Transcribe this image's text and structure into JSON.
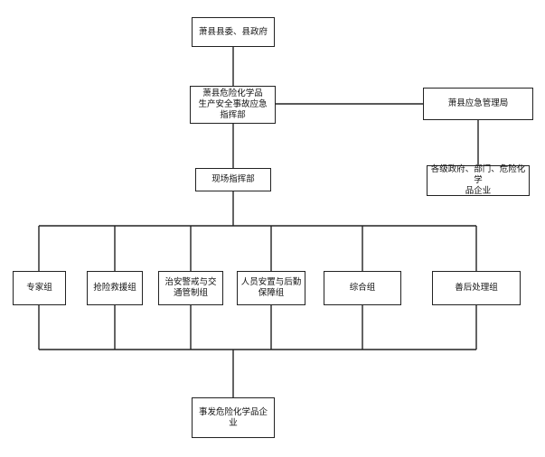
{
  "nodes": {
    "county_party": "萧县县委、县政府",
    "command_hq": "萧县危险化学品\n生产安全事故应急\n指挥部",
    "emergency_bureau": "萧县应急管理局",
    "depts": "各级政府、部门、危险化学\n品企业",
    "site_hq": "现场指挥部",
    "group_expert": "专家组",
    "group_rescue": "抢险救援组",
    "group_security": "治安警戒与交\n通管制组",
    "group_evacuation": "人员安置与后勤\n保障组",
    "group_general": "综合组",
    "group_aftermath": "善后处理组",
    "enterprise": "事发危险化学品企业"
  }
}
